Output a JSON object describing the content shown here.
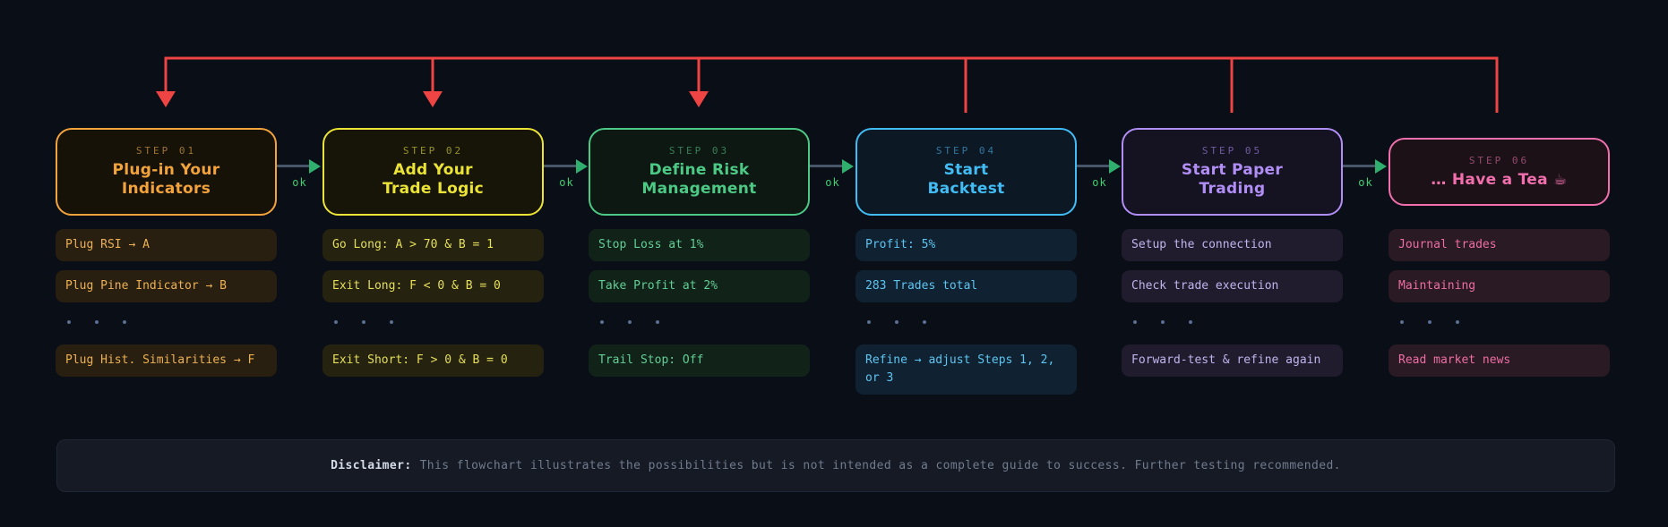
{
  "colors": {
    "page_bg": "#0a0e17",
    "feedback_arrow": "#ee4444",
    "connector_line": "#475569",
    "connector_arrowhead": "#2fae6e",
    "ok_text": "#3ecf71",
    "dots": "#5b6e91",
    "disclaimer_bg": "#151a24",
    "disclaimer_border": "#1f2633",
    "disclaimer_label_text": "#d5dce8",
    "disclaimer_body_text": "#717b8e"
  },
  "flow": {
    "connector_label": "ok",
    "steps": [
      {
        "label": "STEP 01",
        "title_line1": "Plug-in Your",
        "title_line2": "Indicators",
        "items": [
          "Plug RSI → A",
          "Plug Pine Indicator → B",
          "Plug Hist. Similarities → F"
        ],
        "colors": {
          "accent": "#f2a33c",
          "label": "#9b7336",
          "pill_bg": "#281f10",
          "pill_text": "#edb154",
          "box_bg": "#171208"
        }
      },
      {
        "label": "STEP 02",
        "title_line1": "Add Your",
        "title_line2": "Trade Logic",
        "items": [
          "Go Long: A > 70 & B = 1",
          "Exit Long: F < 0 & B = 0",
          "Exit Short: F > 0 & B = 0"
        ],
        "colors": {
          "accent": "#ece337",
          "label": "#97922c",
          "pill_bg": "#252310",
          "pill_text": "#e6df5a",
          "box_bg": "#161507"
        }
      },
      {
        "label": "STEP 03",
        "title_line1": "Define Risk",
        "title_line2": "Management",
        "items": [
          "Stop Loss at 1%",
          "Take Profit at 2%",
          "Trail Stop: Off"
        ],
        "colors": {
          "accent": "#4cc985",
          "label": "#3a7d58",
          "pill_bg": "#112219",
          "pill_text": "#62cf95",
          "box_bg": "#0c1811"
        }
      },
      {
        "label": "STEP 04",
        "title_line1": "Start",
        "title_line2": "Backtest",
        "items": [
          "Profit: 5%",
          "283 Trades total",
          "Refine → adjust Steps 1, 2, or 3"
        ],
        "colors": {
          "accent": "#41bcf4",
          "label": "#33759b",
          "pill_bg": "#102231",
          "pill_text": "#5ec5f2",
          "box_bg": "#0c1925"
        }
      },
      {
        "label": "STEP 05",
        "title_line1": "Start Paper",
        "title_line2": "Trading",
        "items": [
          "Setup the connection",
          "Check trade execution",
          "Forward-test & refine again"
        ],
        "colors": {
          "accent": "#b18ef6",
          "label": "#6f5d9e",
          "pill_bg": "#201c2e",
          "pill_text": "#c0b4ec",
          "box_bg": "#151221"
        }
      },
      {
        "label": "STEP 06",
        "title_line1": "… Have a Tea ☕",
        "items": [
          "Journal trades",
          "Maintaining",
          "Read market news"
        ],
        "colors": {
          "accent": "#f16fad",
          "label": "#934a6e",
          "pill_bg": "#2a1a24",
          "pill_text": "#ee6da4",
          "box_bg": "#1d1118"
        }
      }
    ]
  },
  "disclaimer": {
    "label": "Disclaimer:",
    "text": "This flowchart illustrates the possibilities but is not intended as a complete guide to success. Further testing recommended."
  }
}
